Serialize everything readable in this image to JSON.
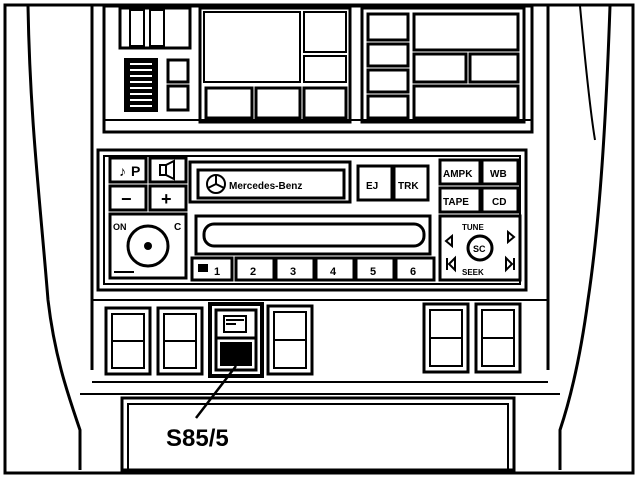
{
  "radio": {
    "brand": "Mercedes-Benz",
    "buttons": {
      "ej": "EJ",
      "trk": "TRK",
      "ampk": "AMPK",
      "wb": "WB",
      "tape": "TAPE",
      "cd": "CD",
      "minus": "−",
      "plus": "+",
      "on": "ON",
      "tune": "TUNE",
      "sc": "SC",
      "seek": "SEEK"
    },
    "presets": [
      "1",
      "2",
      "3",
      "4",
      "5",
      "6"
    ]
  },
  "callout": {
    "label": "S85/5"
  }
}
